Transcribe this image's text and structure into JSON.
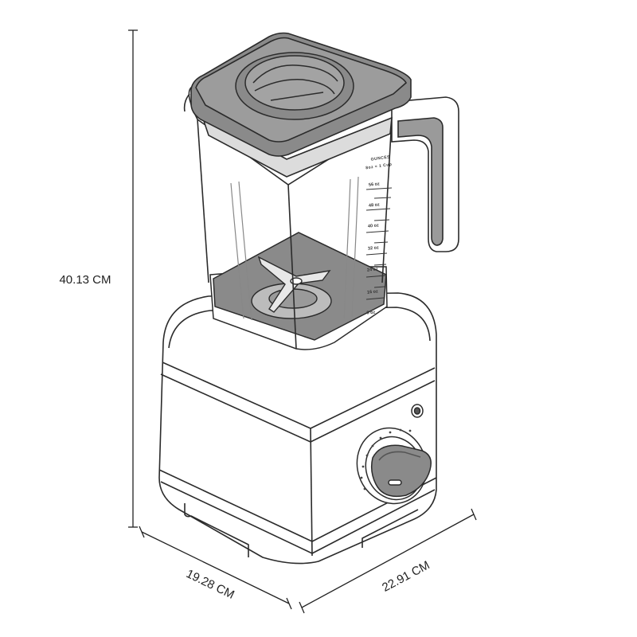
{
  "dimensions": {
    "height": "40.13 CM",
    "depth": "19.28 CM",
    "width": "22.91 CM"
  },
  "jar": {
    "scale_title": "OUNCES",
    "scale_subtitle": "8oz = 1 Cup",
    "markings": [
      "56 oz",
      "48 oz",
      "40 oz",
      "32 oz",
      "24 oz",
      "16 oz",
      "8 oz"
    ]
  },
  "colors": {
    "outline": "#2b2b2b",
    "lid_gray": "#8a8a8a",
    "handle_gray": "#9a9a9a",
    "base_white": "#ffffff",
    "jar_fill": "#f7f7f7"
  }
}
